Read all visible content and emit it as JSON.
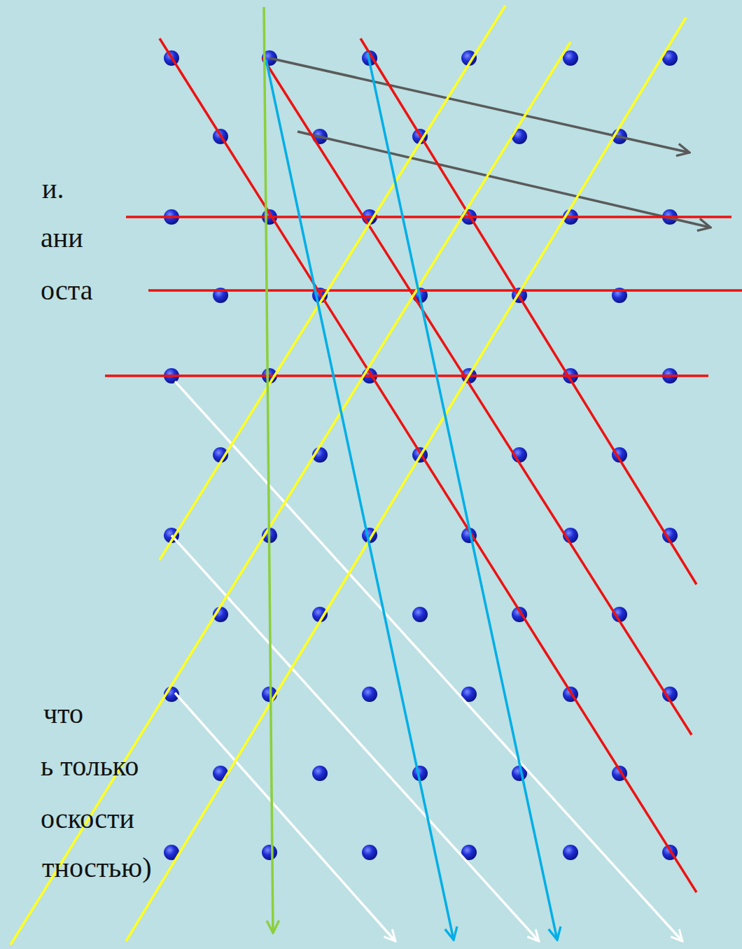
{
  "diagram": {
    "labels": [
      "и.",
      "ани",
      "оста",
      "что",
      "ь только",
      "оскости",
      "тностью)"
    ]
  }
}
